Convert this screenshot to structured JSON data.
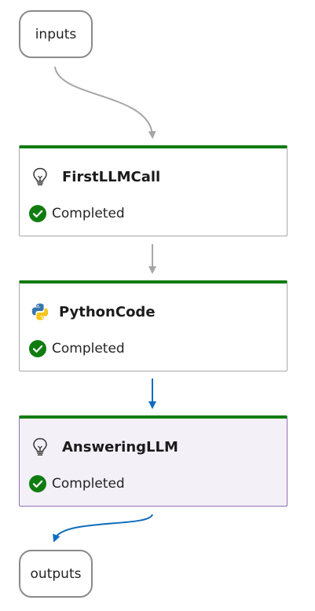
{
  "nodes": {
    "inputs": {
      "label": "inputs"
    },
    "outputs": {
      "label": "outputs"
    },
    "steps": [
      {
        "name": "FirstLLMCall",
        "icon": "lightbulb-icon",
        "status": "Completed"
      },
      {
        "name": "PythonCode",
        "icon": "python-icon",
        "status": "Completed"
      },
      {
        "name": "AnsweringLLM",
        "icon": "lightbulb-icon",
        "status": "Completed",
        "selected": true
      }
    ]
  },
  "colors": {
    "completed_bar": "#107c10",
    "status_ok": "#107c10",
    "edge_default": "#a6a6a6",
    "edge_active": "#0f6cbd",
    "selected_fill": "#f3f0f8",
    "selected_border": "#8f6fb0"
  }
}
